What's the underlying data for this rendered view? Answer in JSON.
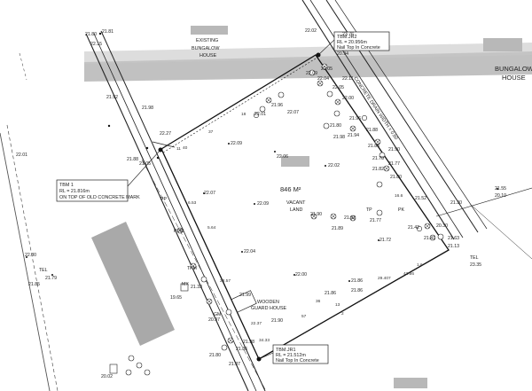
{
  "site": {
    "area": "846 M²",
    "vacant_land": [
      "VACANT",
      "LAND"
    ],
    "existing_bungalow": [
      "EXISTING",
      "BUNGALOW",
      "HOUSE"
    ],
    "right_bungalow": [
      "BUNGALOW",
      "HOUSE"
    ],
    "wooden_guard_house": [
      "WOODEN",
      "GUARD HOUSE"
    ],
    "concrete_drain": "CONCRETE DRAIN WIDTH = 0.60"
  },
  "benchmarks": {
    "tbm1": [
      "TBM 1",
      "RL = 21.816m",
      "ON TOP OF OLD CONCRETE MARK"
    ],
    "jr2": [
      "TBM.JR2",
      "RL = 20.956m",
      "Nail Top In Concrete"
    ],
    "jr1": [
      "TBM.JR1",
      "RL = 21.512m",
      "Nail Top In Concrete"
    ]
  },
  "spot_levels": [
    "21.81",
    "21.80",
    "22.15",
    "21.92",
    "21.98",
    "22.27",
    "22.01",
    "21.88",
    "21.05",
    "22.02",
    "22.09",
    "22.06",
    "22.05",
    "22.07",
    "22.01",
    "21.96",
    "22.02",
    "22.07",
    "22.09",
    "22.04",
    "22.00",
    "21.99",
    "21.86",
    "21.89",
    "21.72",
    "21.77",
    "21.80",
    "21.85",
    "21.90",
    "21.92",
    "21.86",
    "21.86",
    "21.82",
    "21.78",
    "21.42",
    "20.30",
    "21.63",
    "21.13",
    "21.41",
    "21.30",
    "21.55",
    "20.10",
    "23.35",
    "22.80",
    "21.79",
    "21.85",
    "19.65",
    "21.83",
    "20.97",
    "21.90",
    "21.80",
    "21.87",
    "21.98",
    "20.02",
    "23.76",
    "20.94",
    "22.05",
    "22.04",
    "22.09",
    "22.11",
    "21.96",
    "21.94",
    "21.88",
    "21.77",
    "21.80",
    "22.05",
    "21.86",
    "22.00",
    "21.98",
    "21.90",
    "21.52",
    "21.33"
  ],
  "utility_labels": [
    "PP",
    "PPM",
    "MX",
    "TEL",
    "GM",
    "TP",
    "TPM",
    "TEL",
    "PK"
  ],
  "dimensions": [
    "37",
    "18",
    "16.6",
    "13",
    "29.407",
    "57",
    "36",
    "22.37",
    "34.33",
    "23.57",
    "6.53",
    "5.64",
    "11",
    "40",
    "2",
    "43.86",
    "1.6"
  ]
}
